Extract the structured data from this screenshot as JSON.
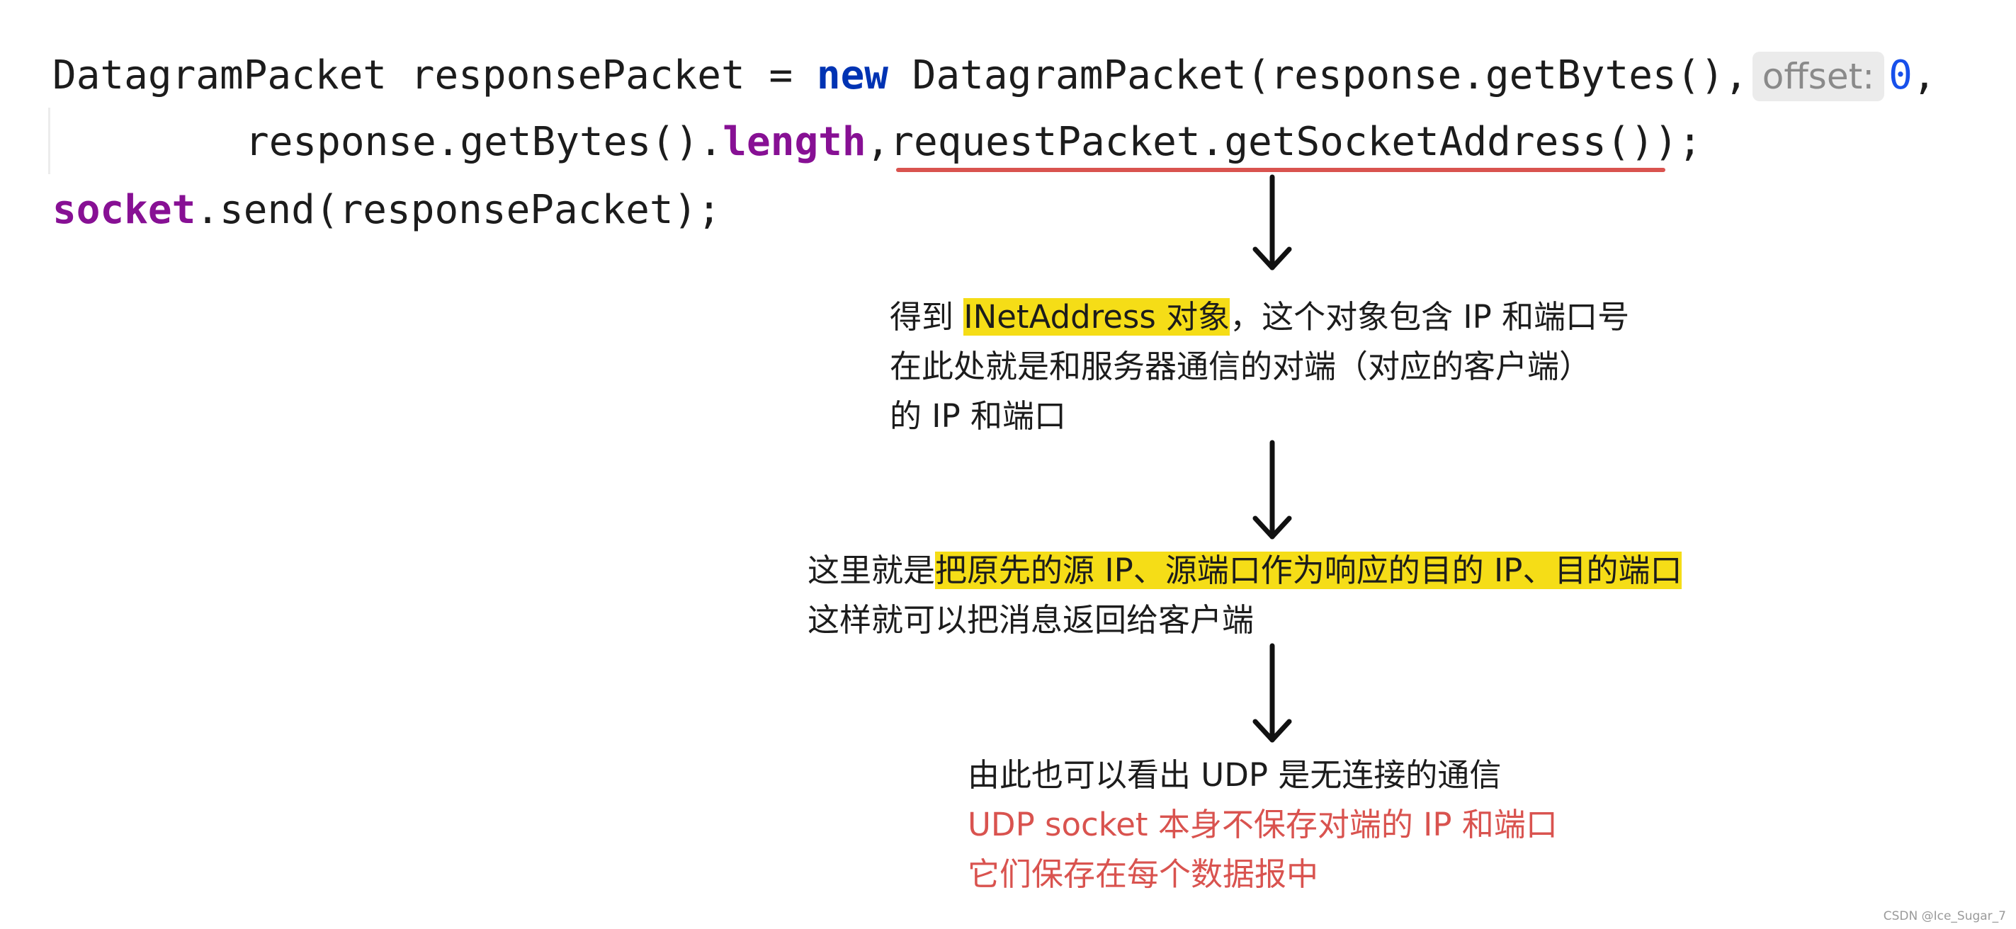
{
  "code": {
    "line1": {
      "part1": "DatagramPacket responsePacket = ",
      "kw_new": "new",
      "part2": " DatagramPacket(response.getBytes(),",
      "hint": "offset:",
      "num": "0",
      "end": ","
    },
    "line2": {
      "part1": "response.getBytes().",
      "field": "length",
      "part2": ",requestPacket.getSocketAddress());"
    },
    "line3": {
      "field": "socket",
      "part2": ".send(responsePacket);"
    }
  },
  "notes": {
    "n1": {
      "pre": "得到 ",
      "highlight": "INetAddress 对象",
      "post": "，这个对象包含 IP 和端口号",
      "line2": "在此处就是和服务器通信的对端（对应的客户端）",
      "line3": "的 IP 和端口"
    },
    "n2": {
      "pre": "这里就是",
      "highlight": "把原先的源 IP、源端口作为响应的目的 IP、目的端口",
      "line2": "这样就可以把消息返回给客户端"
    },
    "n3": {
      "line1": "由此也可以看出 UDP 是无连接的通信",
      "line2": "UDP socket 本身不保存对端的 IP 和端口",
      "line3": "它们保存在每个数据报中"
    }
  },
  "watermark": "CSDN @Ice_Sugar_7",
  "colors": {
    "keyword": "#0033b3",
    "field": "#871094",
    "number": "#1750eb",
    "highlight": "#f5dd17",
    "emphasis_red": "#d9534f",
    "underline": "#d9534f"
  }
}
